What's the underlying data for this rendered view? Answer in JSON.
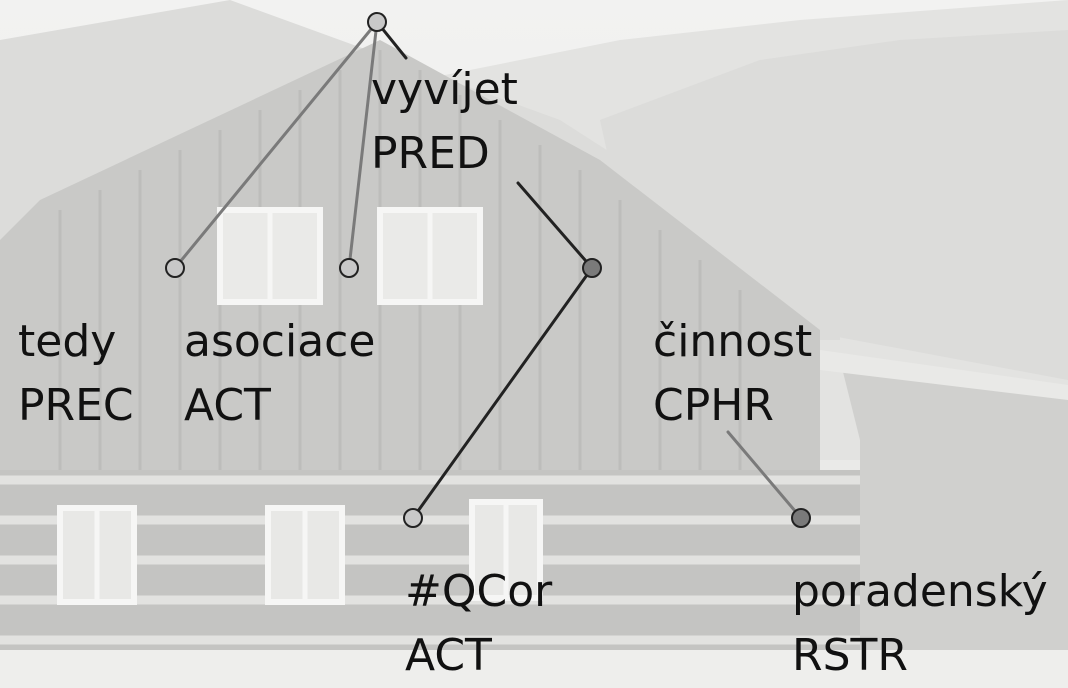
{
  "tree": {
    "nodes": [
      {
        "id": "root",
        "lemma": "",
        "functor": "",
        "shade": "light"
      },
      {
        "id": "vyvijet",
        "lemma": "vyvíjet",
        "functor": "PRED",
        "shade": "none"
      },
      {
        "id": "tedy",
        "lemma": "tedy",
        "functor": "PREC",
        "shade": "light"
      },
      {
        "id": "asociace",
        "lemma": "asociace",
        "functor": "ACT",
        "shade": "light"
      },
      {
        "id": "cinnost",
        "lemma": "činnost",
        "functor": "CPHR",
        "shade": "dark"
      },
      {
        "id": "qcor",
        "lemma": "#QCor",
        "functor": "ACT",
        "shade": "light"
      },
      {
        "id": "poradensky",
        "lemma": "poradenský",
        "functor": "RSTR",
        "shade": "dark"
      }
    ]
  }
}
